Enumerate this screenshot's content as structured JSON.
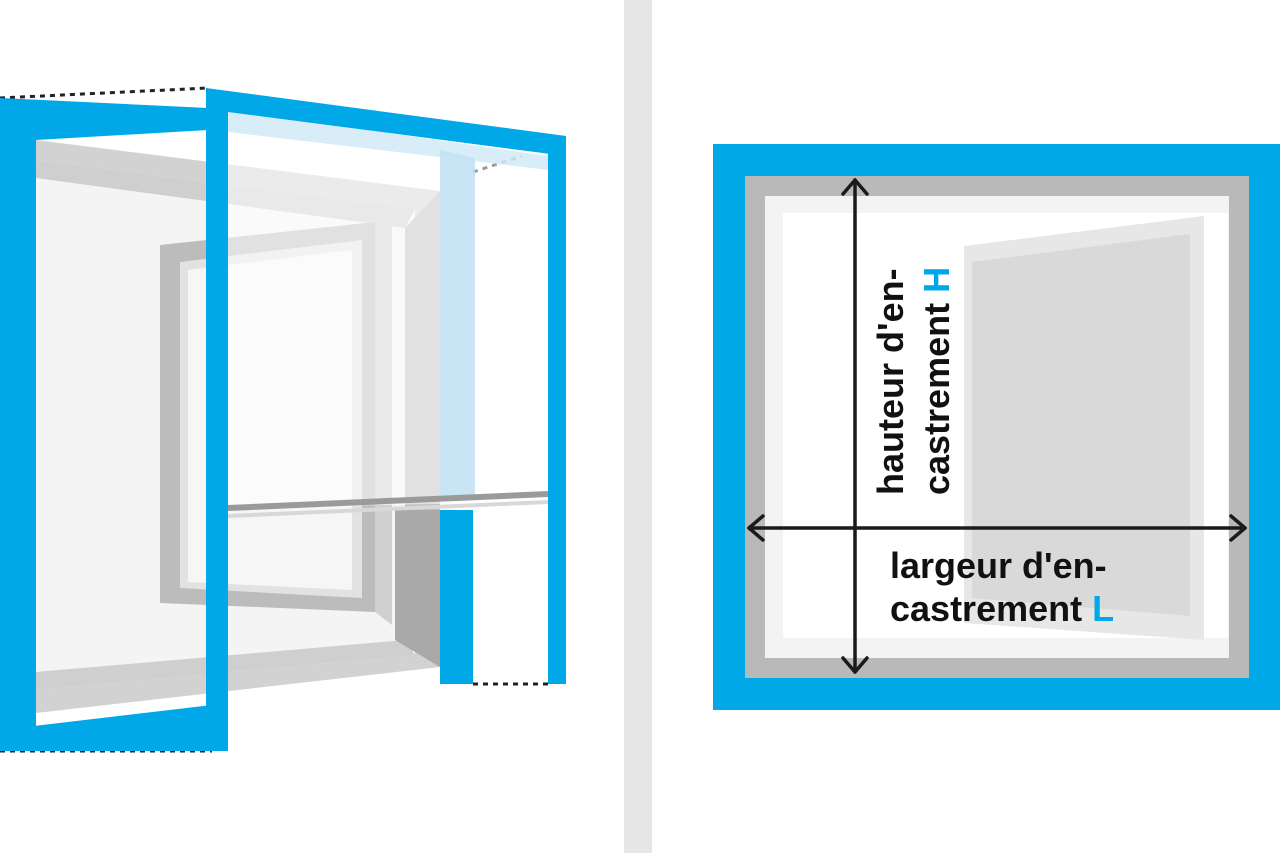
{
  "colors": {
    "frame_blue": "#00a8e8",
    "divider_gray": "#e6e6e6",
    "reveal_gray": "#bdbdbd",
    "panel_light": "#f1f1f1",
    "arrow": "#1a1a1a"
  },
  "right_diagram": {
    "height_label": {
      "line1": "hauteur d'en-",
      "line2_prefix": "castrement ",
      "letter": "H"
    },
    "width_label": {
      "line1": "largeur d'en-",
      "line2_prefix": "castrement ",
      "letter": "L"
    }
  }
}
